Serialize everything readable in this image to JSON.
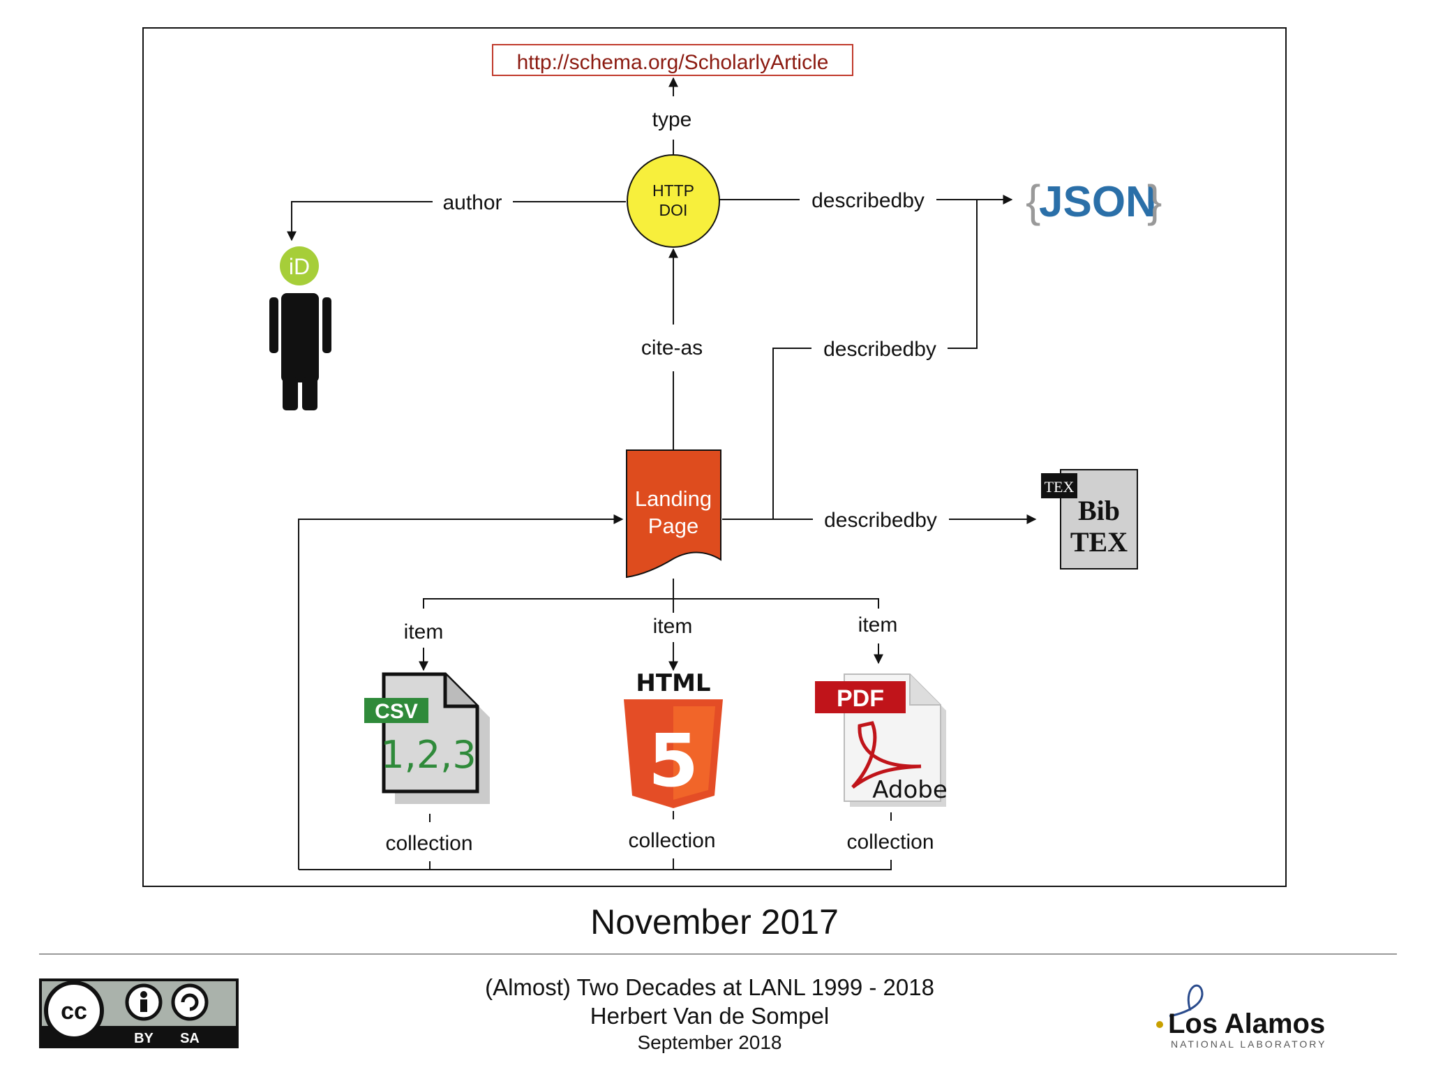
{
  "diagram": {
    "type_url": "http://schema.org/ScholarlyArticle",
    "type_label": "type",
    "doi_node": {
      "line1": "HTTP",
      "line2": "DOI"
    },
    "author_label": "author",
    "describedby_label": "describedby",
    "cite_as_label": "cite-as",
    "landing_page": {
      "line1": "Landing",
      "line2": "Page"
    },
    "item_label": "item",
    "collection_label": "collection",
    "json_logo": {
      "open": "{",
      "text": "JSON",
      "close": "}"
    },
    "orcid_badge": "iD",
    "bibtex_icon": {
      "tex_small": "TEX",
      "bib": "Bib",
      "tex": "TEX"
    },
    "csv_icon": {
      "tag": "CSV",
      "numbers": "1,2,3"
    },
    "html_icon": {
      "title": "HTML",
      "glyph": "5"
    },
    "pdf_icon": {
      "tag": "PDF",
      "brand": "Adobe"
    },
    "colors": {
      "type_box": "#c0392b",
      "doi_fill": "#f7ef3c",
      "landing_fill": "#de4c1e",
      "json_blue": "#2a6fa8",
      "orcid_green": "#a6ce39",
      "csv_green": "#2f8a3a",
      "html_orange": "#e44d26",
      "pdf_red": "#c0141a"
    }
  },
  "caption": "November 2017",
  "footer": {
    "title": "(Almost) Two Decades at LANL 1999 - 2018",
    "author": "Herbert Van de Sompel",
    "date": "September 2018",
    "license": {
      "cc": "cc",
      "by": "BY",
      "sa": "SA"
    },
    "org": {
      "name": "Los Alamos",
      "sub": "NATIONAL LABORATORY"
    }
  }
}
